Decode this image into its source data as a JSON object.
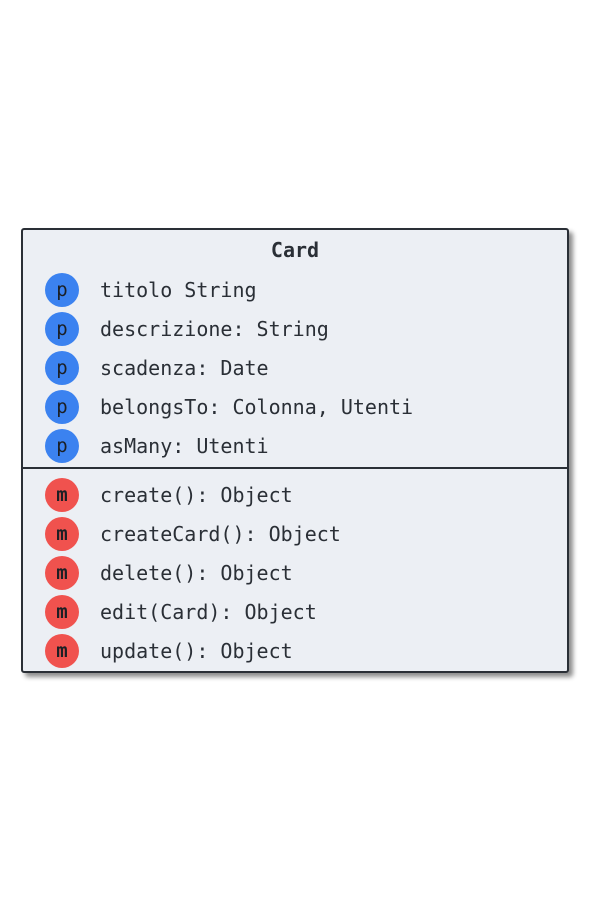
{
  "class": {
    "name": "Card",
    "properties": [
      {
        "badge": "p",
        "text": "titolo String"
      },
      {
        "badge": "p",
        "text": "descrizione: String"
      },
      {
        "badge": "p",
        "text": "scadenza: Date"
      },
      {
        "badge": "p",
        "text": "belongsTo: Colonna, Utenti"
      },
      {
        "badge": "p",
        "text": "asMany: Utenti"
      }
    ],
    "methods": [
      {
        "badge": "m",
        "text": "create(): Object"
      },
      {
        "badge": "m",
        "text": "createCard(): Object"
      },
      {
        "badge": "m",
        "text": "delete(): Object"
      },
      {
        "badge": "m",
        "text": "edit(Card): Object"
      },
      {
        "badge": "m",
        "text": "update(): Object"
      }
    ]
  },
  "colors": {
    "property_badge": "#3b82f0",
    "method_badge": "#f0524e",
    "box_background": "#eceff4",
    "border": "#2a2f36"
  }
}
